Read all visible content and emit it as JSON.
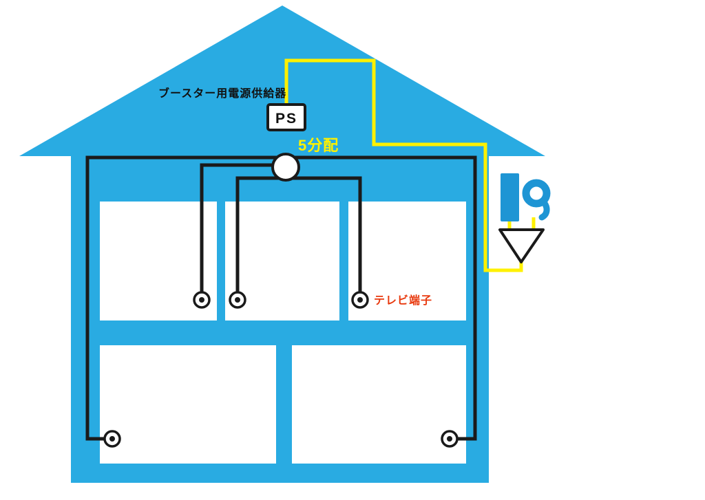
{
  "diagram": {
    "type": "wiring-diagram",
    "description": "5-way TV antenna signal distribution inside a house",
    "labels": {
      "booster_power_supply": "ブースター用電源供給器",
      "power_supply_box": "PS",
      "splitter": "5分配",
      "tv_terminal": "テレビ端子"
    },
    "colors": {
      "house": "#29ABE2",
      "room": "#FFFFFF",
      "cable": "#1A1A1A",
      "coax_yellow": "#FFF100",
      "terminal_label": "#E8380D",
      "antenna": "#1E95D4"
    },
    "counts": {
      "rooms": 5,
      "tv_terminals": 5
    }
  }
}
